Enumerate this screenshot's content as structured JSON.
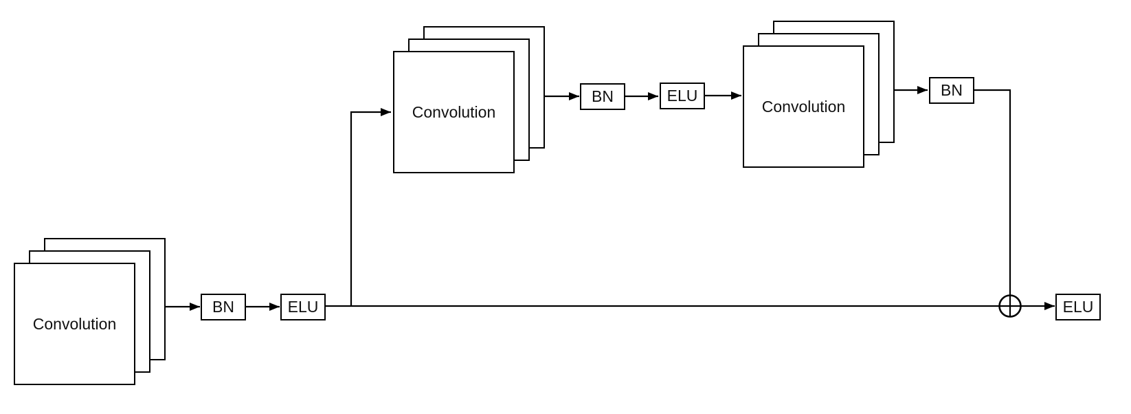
{
  "diagram": {
    "nodes": {
      "conv1": {
        "label": "Convolution"
      },
      "bn1": {
        "label": "BN"
      },
      "elu1": {
        "label": "ELU"
      },
      "conv2": {
        "label": "Convolution"
      },
      "bn2": {
        "label": "BN"
      },
      "elu2": {
        "label": "ELU"
      },
      "conv3": {
        "label": "Convolution"
      },
      "bn3": {
        "label": "BN"
      },
      "elu3": {
        "label": "ELU"
      },
      "add": {
        "symbol": "⊕"
      }
    },
    "edges": [
      {
        "from": "conv1",
        "to": "bn1"
      },
      {
        "from": "bn1",
        "to": "elu1"
      },
      {
        "from": "elu1",
        "to": "conv2"
      },
      {
        "from": "conv2",
        "to": "bn2"
      },
      {
        "from": "bn2",
        "to": "elu2"
      },
      {
        "from": "elu2",
        "to": "conv3"
      },
      {
        "from": "conv3",
        "to": "bn3"
      },
      {
        "from": "bn3",
        "to": "add"
      },
      {
        "from": "elu1",
        "to": "add"
      },
      {
        "from": "add",
        "to": "elu3"
      }
    ],
    "colors": {
      "stroke": "#000000",
      "background": "#ffffff",
      "text": "#111111"
    }
  }
}
